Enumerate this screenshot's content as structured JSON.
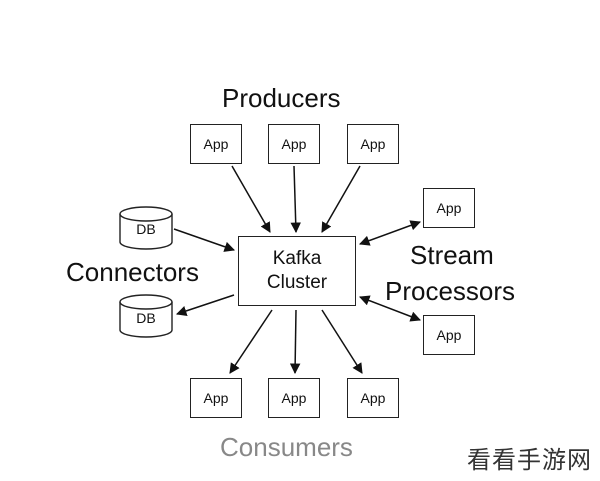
{
  "labels": {
    "producers": "Producers",
    "connectors": "Connectors",
    "stream_line1": "Stream",
    "stream_line2": "Processors",
    "consumers": "Consumers"
  },
  "cluster": {
    "line1": "Kafka",
    "line2": "Cluster"
  },
  "producers": [
    "App",
    "App",
    "App"
  ],
  "consumers": [
    "App",
    "App",
    "App"
  ],
  "stream_apps": [
    "App",
    "App"
  ],
  "databases": [
    "DB",
    "DB"
  ],
  "watermark": "看看手游网",
  "colors": {
    "line": "#111111",
    "consumers_label": "#888888"
  }
}
